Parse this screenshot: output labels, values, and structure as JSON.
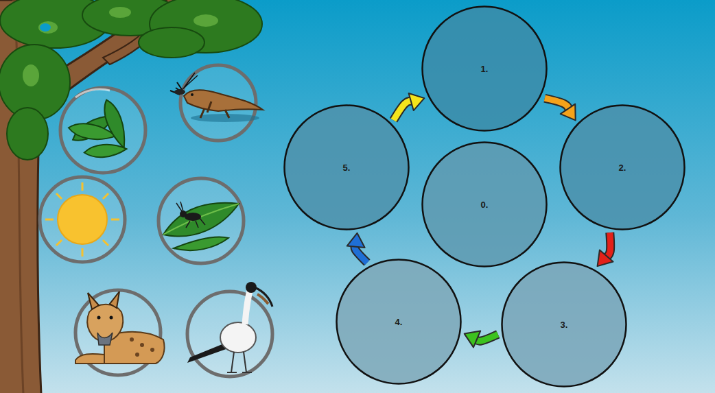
{
  "diagram": {
    "nodes": [
      {
        "text": [
          "1."
        ]
      },
      {
        "text": [
          "2."
        ]
      },
      {
        "text": [
          "3."
        ]
      },
      {
        "text": [
          "4."
        ]
      },
      {
        "text": [
          "5."
        ]
      },
      {
        "text": [
          "0."
        ]
      }
    ],
    "edges": [
      {
        "from": 0,
        "to": 1,
        "arrow": "to"
      },
      {
        "from": 1,
        "to": 2,
        "arrow": "to"
      },
      {
        "from": 2,
        "to": 3,
        "arrow": "to"
      },
      {
        "from": 3,
        "to": 4,
        "arrow": "to"
      },
      {
        "from": 4,
        "to": 0,
        "arrow": "to"
      }
    ]
  }
}
